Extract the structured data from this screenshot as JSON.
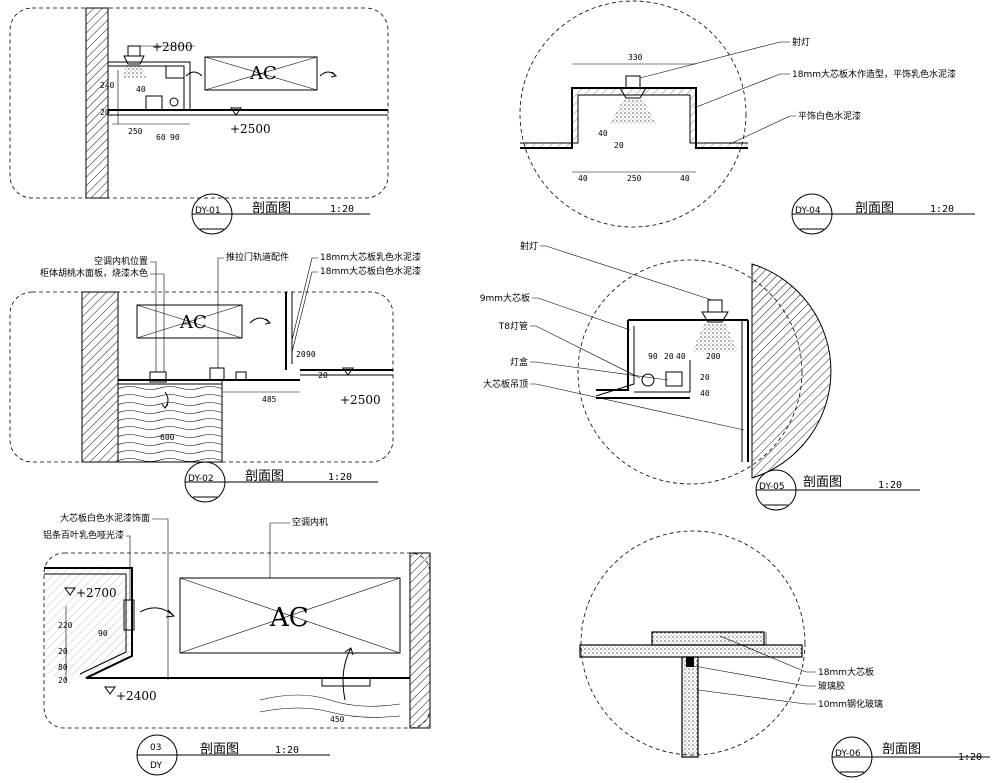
{
  "sections": {
    "dy01": {
      "id": "DY-01",
      "title": "剖面图",
      "scale": "1:20",
      "elev_top": "+2800",
      "elev_ceiling": "+2500",
      "ac": "AC",
      "dims": [
        "240",
        "20",
        "40",
        "250",
        "60",
        "90"
      ]
    },
    "dy02": {
      "id": "DY-02",
      "title": "剖面图",
      "scale": "1:20",
      "elev": "+2500",
      "ac": "AC",
      "notes": [
        "空调内机位置",
        "柜体胡桃木面板，烧漆木色",
        "推拉门轨道配件",
        "18mm大芯板乳色水泥漆",
        "18mm大芯板白色水泥漆"
      ],
      "dims": [
        "485",
        "600",
        "20",
        "90",
        "20"
      ]
    },
    "dy03": {
      "id_top": "03",
      "id_bottom": "DY",
      "title": "剖面图",
      "scale": "1:20",
      "elev_top": "+2700",
      "elev_bottom": "+2400",
      "ac": "AC",
      "notes": [
        "大芯板白色水泥漆饰面",
        "铝条百叶乳色哑光漆",
        "空调内机"
      ],
      "dims": [
        "220",
        "90",
        "20",
        "80",
        "20",
        "450"
      ]
    },
    "dy04": {
      "id": "DY-04",
      "title": "剖面图",
      "scale": "1:20",
      "notes": [
        "射灯",
        "18mm大芯板木作造型，平饰乳色水泥漆",
        "平饰白色水泥漆"
      ],
      "dims": [
        "330",
        "40",
        "250",
        "40",
        "40",
        "20"
      ]
    },
    "dy05": {
      "id": "DY-05",
      "title": "剖面图",
      "scale": "1:20",
      "notes": [
        "射灯",
        "9mm大芯板",
        "T8灯管",
        "灯盒",
        "大芯板吊顶"
      ],
      "dims": [
        "90",
        "20",
        "40",
        "200",
        "20",
        "40"
      ]
    },
    "dy06": {
      "id": "DY-06",
      "title": "剖面图",
      "scale": "1:20",
      "notes": [
        "18mm大芯板",
        "玻璃胶",
        "10mm钢化玻璃"
      ]
    }
  }
}
